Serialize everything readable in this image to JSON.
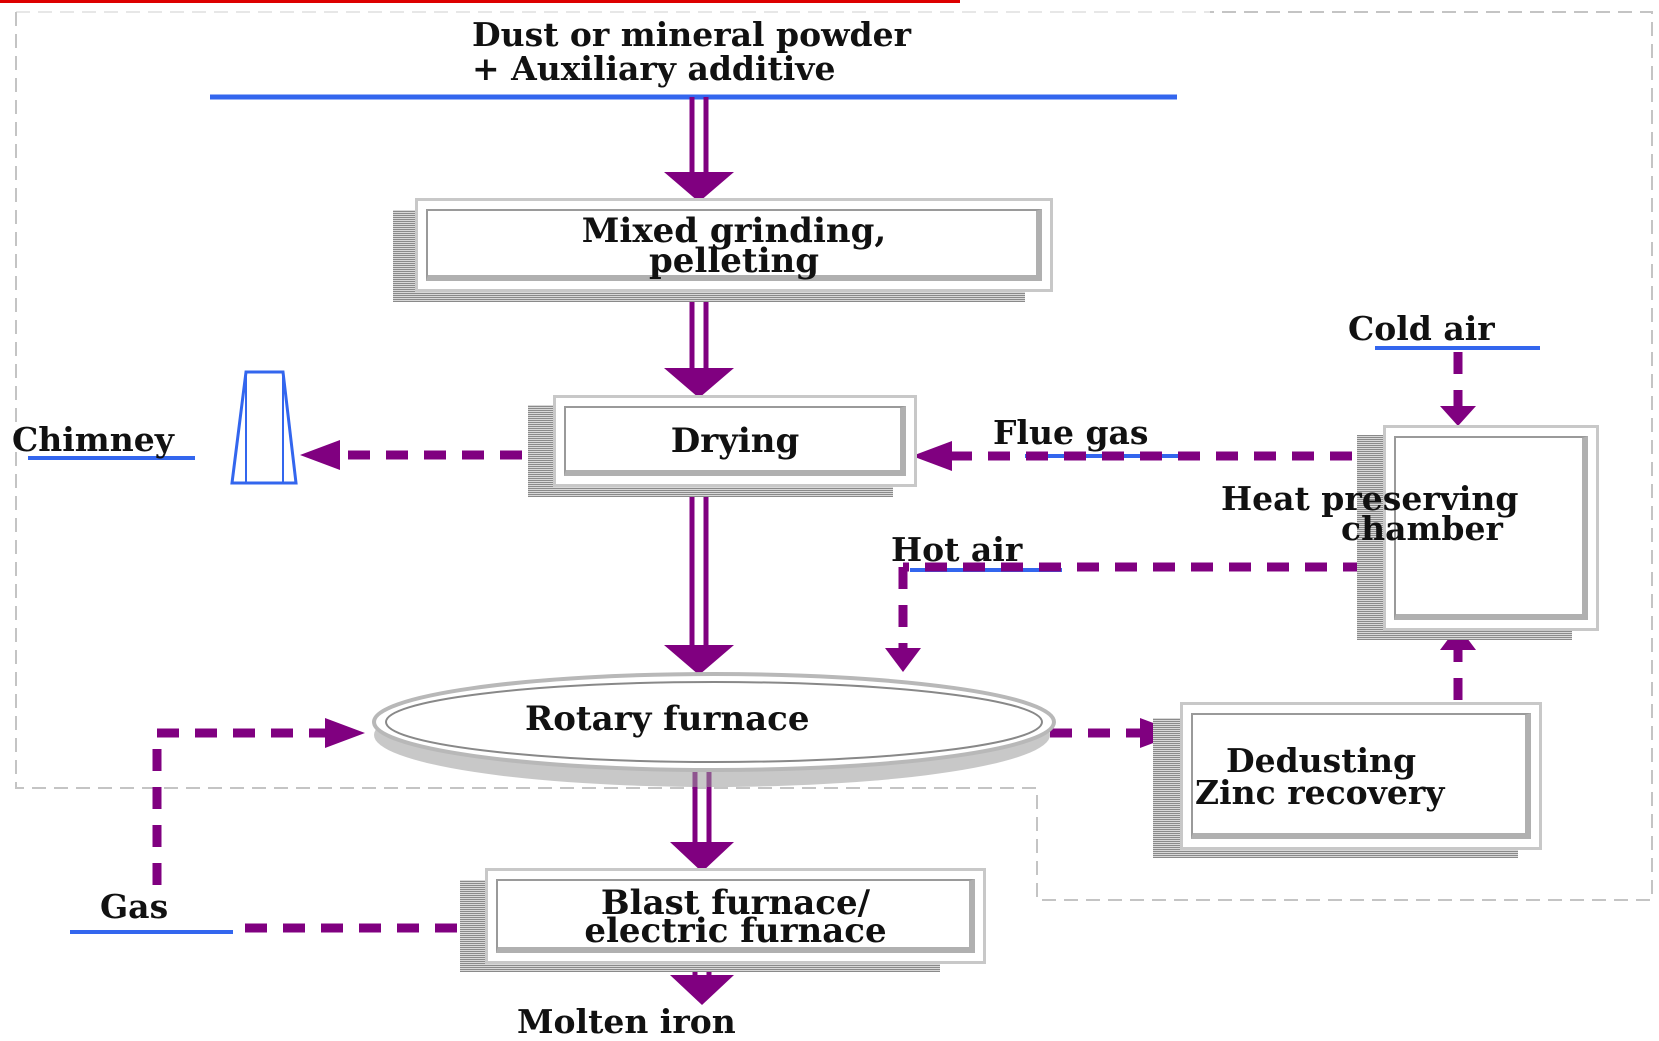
{
  "nodes": {
    "input_line1": "Dust or mineral powder",
    "input_line2": "+ Auxiliary additive",
    "grinding_line1": "Mixed grinding,",
    "grinding_line2": "pelleting",
    "drying": "Drying",
    "rotary_furnace": "Rotary furnace",
    "blast_line1": "Blast furnace/",
    "blast_line2": "electric furnace",
    "molten_iron": "Molten iron",
    "heat_line1": "Heat preserving",
    "heat_line2": "chamber",
    "dedust_line1": "Dedusting",
    "dedust_line2": "Zinc recovery"
  },
  "labels": {
    "chimney": "Chimney",
    "flue_gas": "Flue gas",
    "cold_air": "Cold air",
    "hot_air": "Hot air",
    "gas": "Gas"
  },
  "colors": {
    "arrow": "#800080",
    "underline": "#3366ee",
    "boundary": "#c0c0c0",
    "box_border": "#c8c8c8",
    "top_bar": "#dd0000"
  }
}
